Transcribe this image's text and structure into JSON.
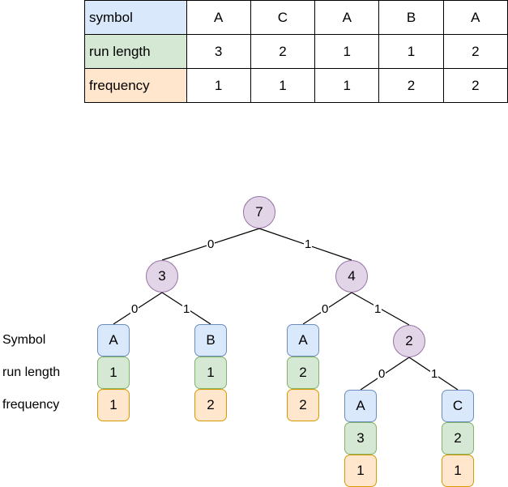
{
  "table": {
    "row_headers": [
      "symbol",
      "run length",
      "frequency"
    ],
    "rows": [
      {
        "header": "symbol",
        "values": [
          "A",
          "C",
          "A",
          "B",
          "A"
        ]
      },
      {
        "header": "run length",
        "values": [
          "3",
          "2",
          "1",
          "1",
          "2"
        ]
      },
      {
        "header": "frequency",
        "values": [
          "1",
          "1",
          "1",
          "2",
          "2"
        ]
      }
    ],
    "colors": {
      "symbol": "#dae8fc",
      "run_length": "#d5e8d4",
      "frequency": "#ffe6cc"
    }
  },
  "row_labels": {
    "symbol": "Symbol",
    "run_length": "run length",
    "frequency": "frequency"
  },
  "tree": {
    "internal_nodes": [
      {
        "id": "root",
        "value": "7"
      },
      {
        "id": "left",
        "value": "3"
      },
      {
        "id": "right",
        "value": "4"
      },
      {
        "id": "right_right",
        "value": "2"
      }
    ],
    "edge_labels": [
      {
        "id": "root-left",
        "value": "0"
      },
      {
        "id": "root-right",
        "value": "1"
      },
      {
        "id": "left-a",
        "value": "0"
      },
      {
        "id": "left-b",
        "value": "1"
      },
      {
        "id": "right-a",
        "value": "0"
      },
      {
        "id": "right-node2",
        "value": "1"
      },
      {
        "id": "node2-a",
        "value": "0"
      },
      {
        "id": "node2-c",
        "value": "1"
      }
    ],
    "leaves": [
      {
        "id": "leaf-1",
        "symbol": "A",
        "run_length": "1",
        "frequency": "1"
      },
      {
        "id": "leaf-2",
        "symbol": "B",
        "run_length": "1",
        "frequency": "2"
      },
      {
        "id": "leaf-3",
        "symbol": "A",
        "run_length": "2",
        "frequency": "2"
      },
      {
        "id": "leaf-4",
        "symbol": "A",
        "run_length": "3",
        "frequency": "1"
      },
      {
        "id": "leaf-5",
        "symbol": "C",
        "run_length": "2",
        "frequency": "1"
      }
    ],
    "colors": {
      "node_fill": "#e1d5e7",
      "node_stroke": "#9673a6",
      "symbol_fill": "#dae8fc",
      "symbol_stroke": "#6c8ebf",
      "run_length_fill": "#d5e8d4",
      "run_length_stroke": "#82b366",
      "frequency_fill": "#ffe6cc",
      "frequency_stroke": "#d79b00"
    }
  }
}
